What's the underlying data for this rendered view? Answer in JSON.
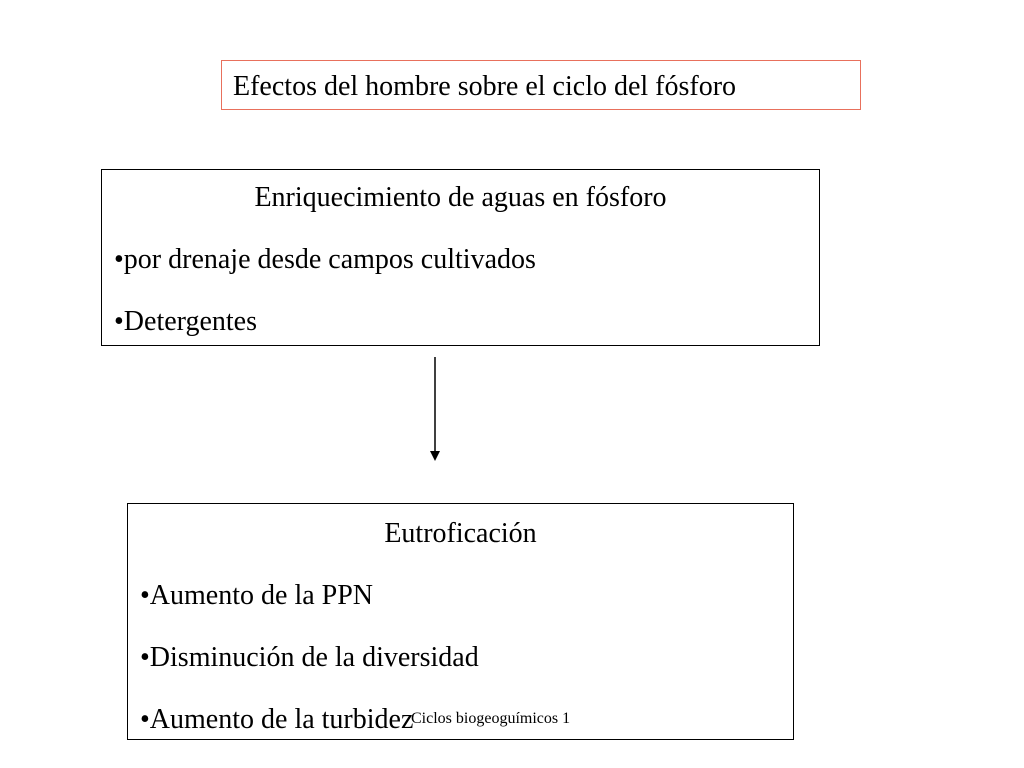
{
  "title": "Efectos del hombre sobre el ciclo del fósforo",
  "box_enrichment": {
    "heading": "Enriquecimiento de aguas en fósforo",
    "bullets": [
      "•por drenaje desde campos cultivados",
      "•Detergentes"
    ]
  },
  "box_eutrophication": {
    "heading": "Eutroficación",
    "bullets": [
      "•Aumento de la PPN",
      "•Disminución de la diversidad",
      "•Aumento de la turbidez"
    ]
  },
  "footer": "Ciclos biogeoguímicos 1",
  "colors": {
    "title_border": "#e8705c",
    "box_border": "#000000",
    "text": "#000000"
  }
}
